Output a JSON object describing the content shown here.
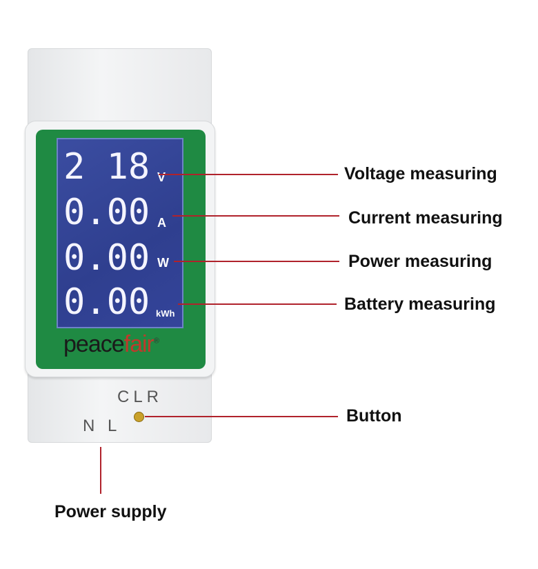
{
  "device": {
    "brand_part1": "peace",
    "brand_part2": "fair",
    "registered": "®",
    "readings": [
      {
        "value": "2 18",
        "unit": "V"
      },
      {
        "value": "0.00",
        "unit": "A"
      },
      {
        "value": "0.00",
        "unit": "W"
      },
      {
        "value": "0.00",
        "unit": "kWh"
      }
    ],
    "button_label": "CLR",
    "terminals": "N L"
  },
  "callouts": {
    "voltage": "Voltage measuring",
    "current": "Current measuring",
    "power": "Power measuring",
    "battery": "Battery measuring",
    "button": "Button",
    "power_supply": "Power supply"
  },
  "colors": {
    "callout_line": "#b0222b",
    "lcd": "#34449a",
    "panel": "#1f8a43"
  }
}
